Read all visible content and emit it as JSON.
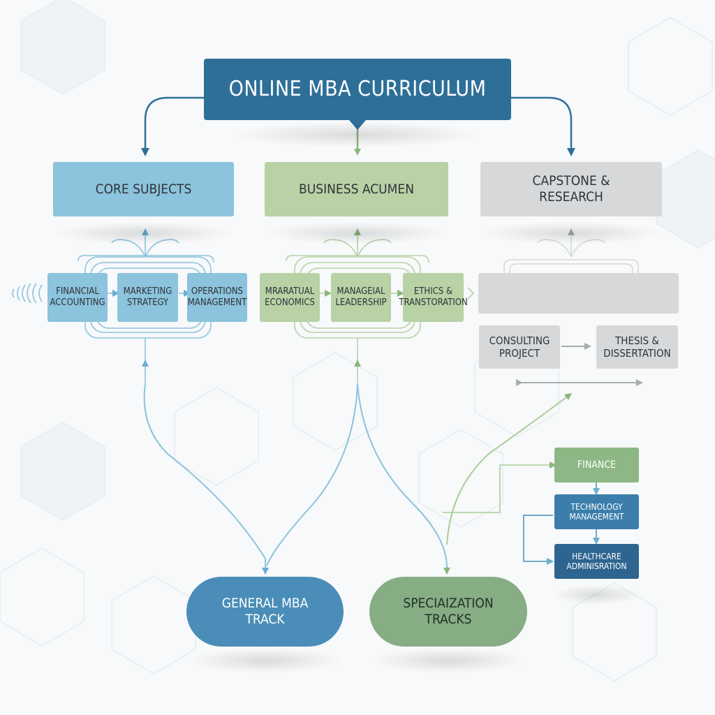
{
  "title": "ONLINE MBA CURRICULUM",
  "categories": {
    "core": "CORE SUBJECTS",
    "acumen": "BUSINESS ACUMEN",
    "capstone": "CAPSTONE &\nRESEARCH"
  },
  "core_subjects": [
    "FINANCIAL\nACCOUNTING",
    "MARKETING\nSTRATEGY",
    "OPERATIONS\nMANAGEMENT"
  ],
  "acumen_subjects": [
    "MRARATUAL\nECONOMICS",
    "MANAGEIAL\nLEADERSHIP",
    "ETHICS &\nTRANSTORATION"
  ],
  "capstone_items": {
    "consulting": "CONSULTING\nPROJECT",
    "thesis": "THESIS &\nDISSERTATION"
  },
  "tracks": {
    "general": "GENERAL MBA\nTRACK",
    "specialization": "SPECIAIZATION\nTRACKS"
  },
  "specializations": [
    "FINANCE",
    "TECHNOLOGY\nMANAGEMENT",
    "HEALTHCARE\nADMINISRATION"
  ],
  "colors": {
    "blue": "#8cc3dd",
    "green": "#b8d2a6",
    "grey": "#d6d8d9",
    "dark_blue": "#2e6f98"
  }
}
